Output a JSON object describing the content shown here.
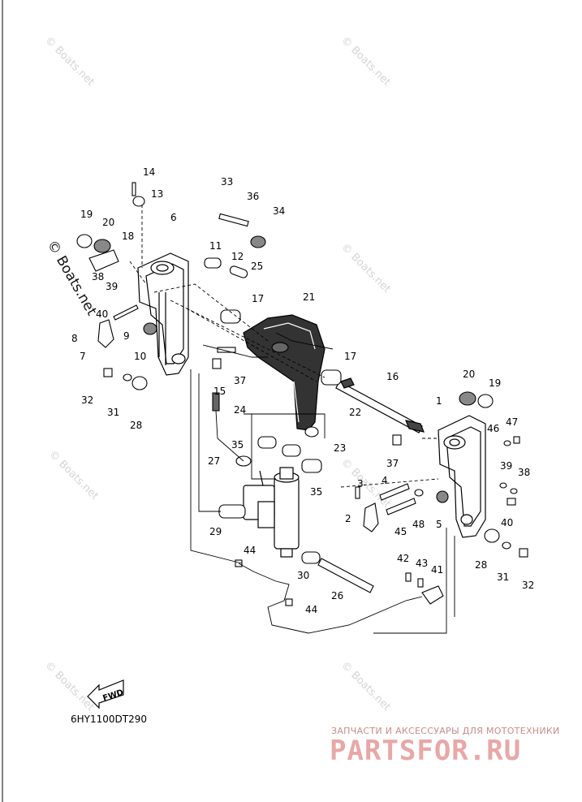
{
  "diagram": {
    "code": "6HY1100DT290",
    "direction_label": "FWD",
    "callouts": [
      "1",
      "2",
      "3",
      "4",
      "5",
      "6",
      "7",
      "8",
      "9",
      "10",
      "11",
      "12",
      "13",
      "14",
      "15",
      "16",
      "17",
      "17",
      "18",
      "19",
      "19",
      "20",
      "20",
      "21",
      "22",
      "23",
      "24",
      "25",
      "26",
      "27",
      "28",
      "28",
      "29",
      "30",
      "31",
      "31",
      "32",
      "32",
      "33",
      "34",
      "35",
      "35",
      "36",
      "37",
      "37",
      "38",
      "38",
      "39",
      "39",
      "40",
      "40",
      "41",
      "42",
      "43",
      "44",
      "44",
      "45",
      "46",
      "46",
      "47",
      "48"
    ]
  },
  "watermarks": {
    "small": "© Boats.net",
    "large": "© Boats.net"
  },
  "logo": {
    "tagline": "ЗАПЧАСТИ И АКСЕССУАРЫ ДЛЯ МОТОТЕХНИКИ",
    "name": "PARTSFOR.RU"
  },
  "colors": {
    "line": "#000000",
    "watermark": "#d4d4d4",
    "logo": "#e8a8a8"
  }
}
